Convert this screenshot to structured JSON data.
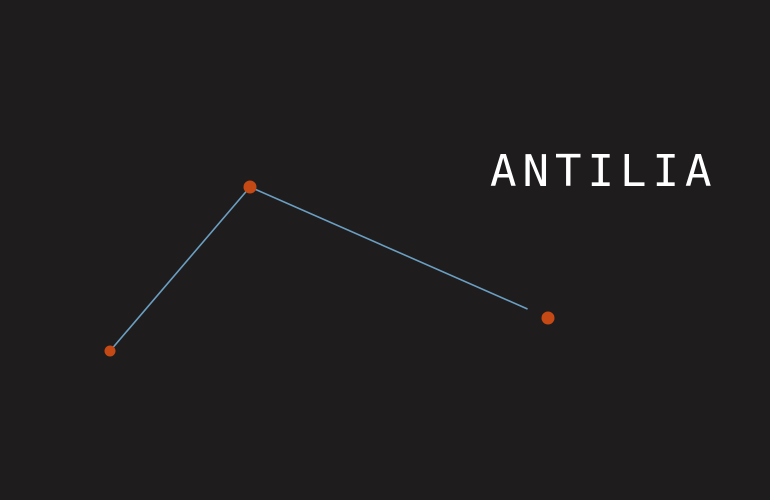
{
  "constellation": {
    "name": "ANTILIA",
    "colors": {
      "background": "#1f1c1d",
      "line": "#6a9fc2",
      "star": "#c44914",
      "label": "#ffffff"
    },
    "stars": [
      {
        "id": "star-1"
      },
      {
        "id": "star-2"
      },
      {
        "id": "star-3"
      }
    ],
    "lines": [
      {
        "from": "star-1",
        "to": "star-2"
      },
      {
        "from": "star-2",
        "to": "star-3"
      }
    ]
  }
}
